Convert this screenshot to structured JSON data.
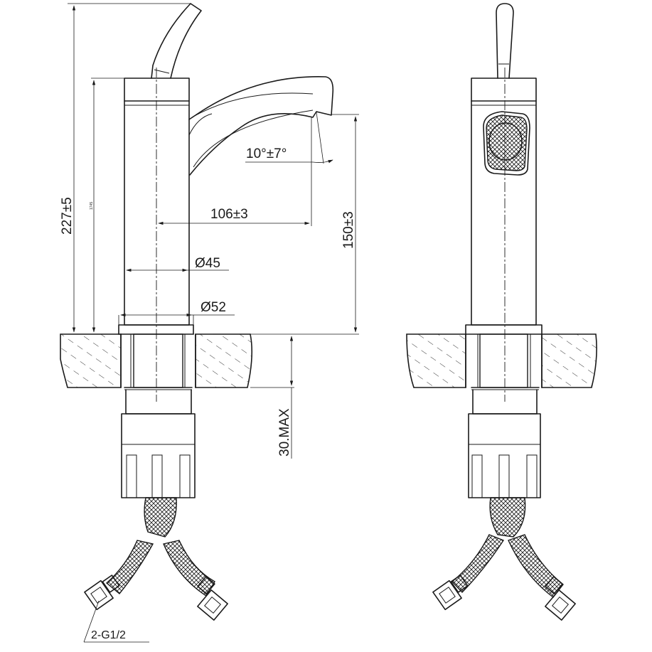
{
  "dimensions": {
    "total_height": "227±5",
    "inner_height": "1745",
    "spout_reach": "106±3",
    "spout_height": "150±3",
    "spout_angle": "10°±7°",
    "body_diameter": "Ø45",
    "base_diameter": "Ø52",
    "max_thickness": "30.MAX"
  },
  "labels": {
    "connection": "2-G1/2"
  }
}
